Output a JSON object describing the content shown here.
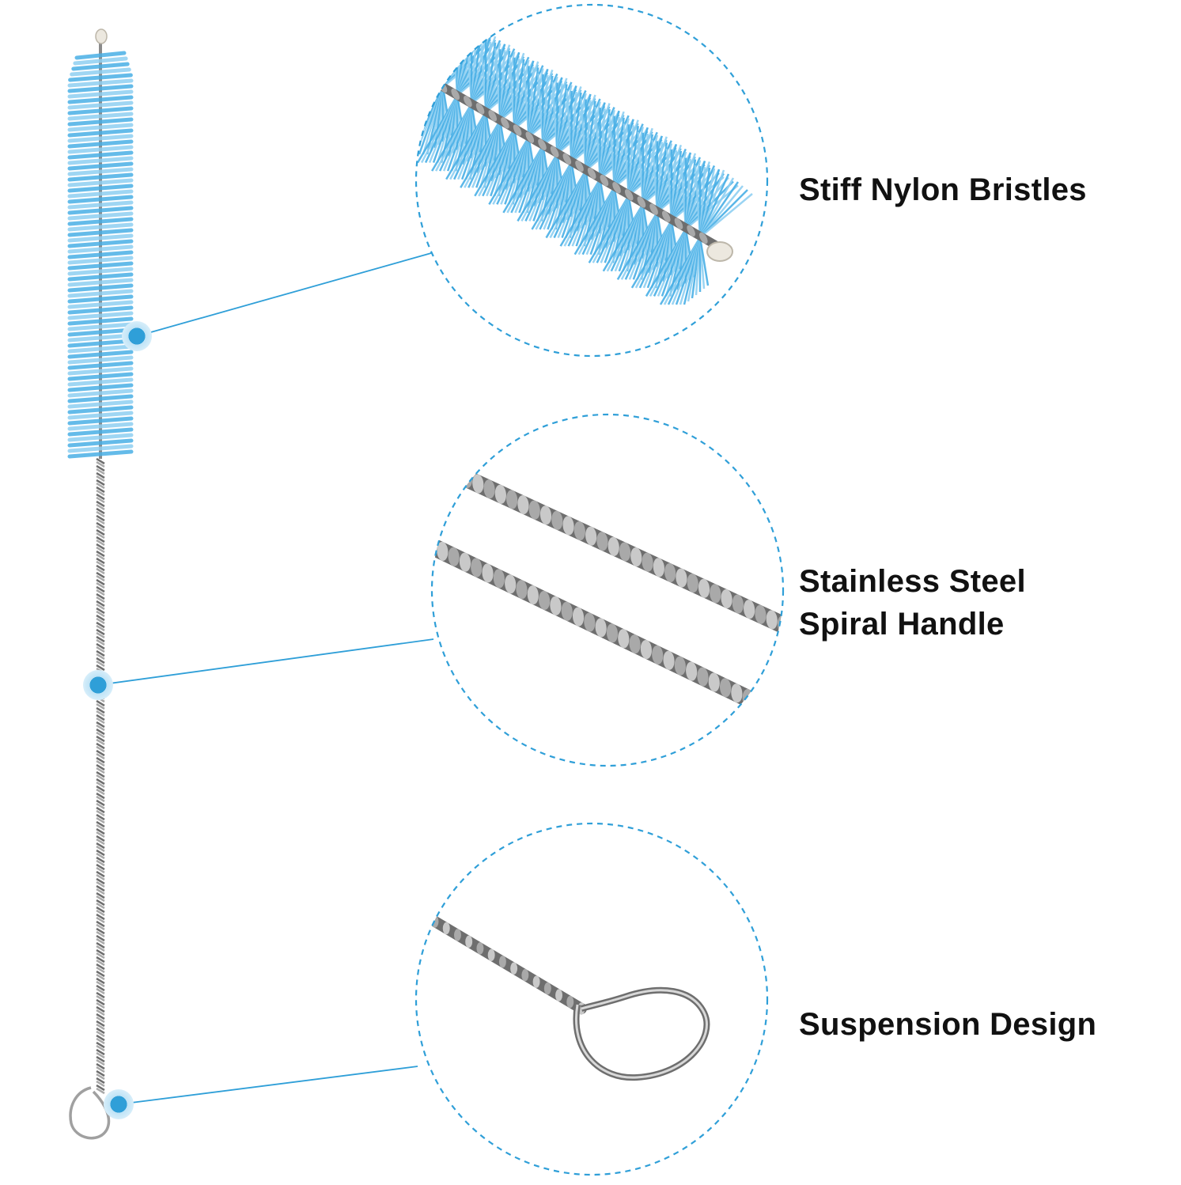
{
  "colors": {
    "accent": "#2f9fd8",
    "bristle": "#4ab0e6",
    "bristle_light": "#8fd0f2",
    "steel": "#a9a9a9",
    "steel_dark": "#6e6e6e",
    "text": "#111111"
  },
  "features": [
    {
      "label_lines": [
        "Stiff Nylon Bristles"
      ],
      "detail": "nylon-bristles-closeup"
    },
    {
      "label_lines": [
        "Stainless Steel",
        "Spiral Handle"
      ],
      "detail": "spiral-handle-closeup"
    },
    {
      "label_lines": [
        "Suspension Design"
      ],
      "detail": "hanging-loop-closeup"
    }
  ]
}
